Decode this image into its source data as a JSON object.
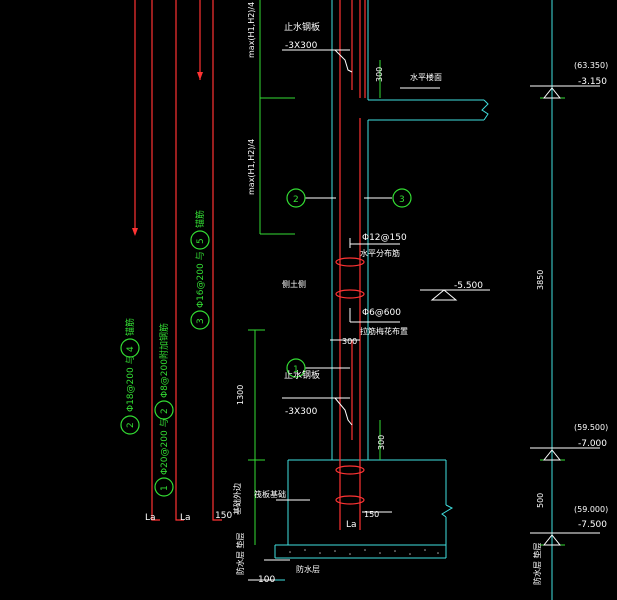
{
  "drawing": {
    "labels": {
      "stop_steel_top": "止水钢板",
      "stop_steel_top_size": "-3X300",
      "stop_steel_bottom": "止水钢板",
      "stop_steel_bottom_size": "-3X300",
      "floor_slab": "水平楼面",
      "wall_side": "侧土侧",
      "horiz_bar_1": "Φ12@150",
      "horiz_bar_2": "水平分布筋",
      "tie_bar_1": "Φ6@600",
      "tie_bar_2": "拉筋梅花布置",
      "raft": "筏板基础",
      "foundation_edge": "基础外边",
      "cushion": "防水层",
      "num300_top": "300",
      "num300_bot": "300",
      "num300_mid": "300",
      "num150_bot": "150",
      "num150_left": "150",
      "num100": "100",
      "num3850": "3850",
      "num500": "500",
      "num1300": "1300",
      "la_1": "La",
      "la_2": "La",
      "la_3": "La",
      "elev_top_num": "(63.350)",
      "elev_top": "-3.150",
      "elev_mid": "-5.500",
      "elev_b1_num": "(59.500)",
      "elev_b1": "-7.000",
      "elev_b2_num": "(59.000)",
      "elev_b2": "-7.500",
      "dim_top": "max(H1,H2)/4",
      "dim_mid": "max(H1,H2)/4",
      "callout_1": "1",
      "callout_2": "2",
      "callout_3": "3",
      "callout_4": "4",
      "callout_5": "5",
      "bar1_text": "Φ20@200 与",
      "bar2_text": "Φ18@200 与",
      "bar2_extra": "Φ8@200附加钢筋",
      "bar3_text": "Φ16@200 与",
      "bar4_text": "锚筋",
      "bar5_text": "锚筋",
      "left_bottom": "防水层 垫层",
      "right_bottom": "防水层 垫层"
    }
  }
}
